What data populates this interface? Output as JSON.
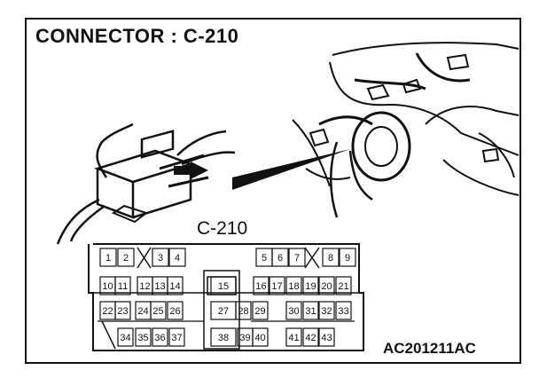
{
  "title": "CONNECTOR : C-210",
  "connector_label": "C-210",
  "figure_code": "AC201211AC",
  "pins": {
    "row1": [
      "1",
      "2",
      "3",
      "4",
      "5",
      "6",
      "7",
      "8",
      "9"
    ],
    "row2": [
      "10",
      "11",
      "12",
      "13",
      "14",
      "15",
      "16",
      "17",
      "18",
      "19",
      "20",
      "21"
    ],
    "row3": [
      "22",
      "23",
      "24",
      "25",
      "26",
      "27",
      "28",
      "29",
      "30",
      "31",
      "32",
      "33"
    ],
    "row4": [
      "34",
      "35",
      "36",
      "37",
      "38",
      "39",
      "40",
      "41",
      "42",
      "43"
    ]
  }
}
